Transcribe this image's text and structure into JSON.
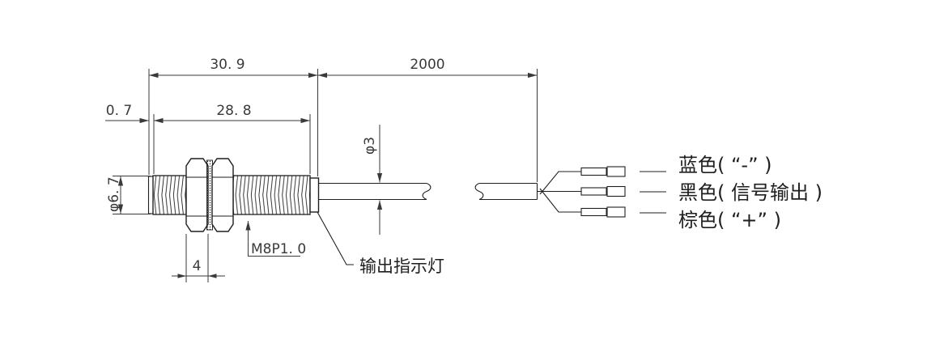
{
  "colors": {
    "outline": "#1f1f1f",
    "dimension": "#3a3a3a",
    "bg": "#ffffff"
  },
  "dimensions": {
    "body_total_length": "30. 9",
    "cable_length": "2000",
    "tip_width": "0. 7",
    "thread_length": "28. 8",
    "body_diameter": "φ6. 7",
    "cable_diameter": "φ3",
    "nut_width": "4",
    "thread_spec": "M8P1. 0"
  },
  "callouts": {
    "indicator_led": "输出指示灯"
  },
  "wires": [
    {
      "id": "blue",
      "label": "蓝色( “-” )"
    },
    {
      "id": "black",
      "label": "黑色( 信号输出 )"
    },
    {
      "id": "brown",
      "label": "棕色( “+” )"
    }
  ]
}
